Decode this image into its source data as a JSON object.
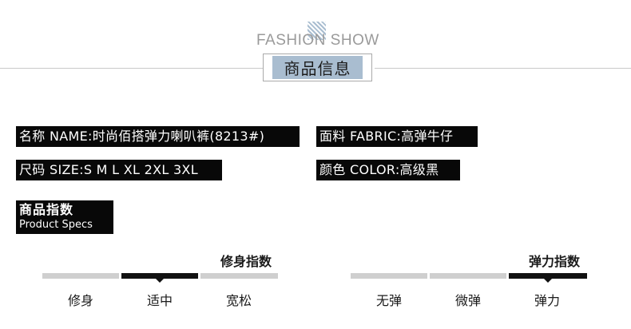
{
  "header": {
    "subtitle": "FASHION SHOW",
    "title": "商品信息"
  },
  "info": {
    "name": "名称 NAME:时尚佰搭弹力喇叭裤(8213#)",
    "fabric": "面料 FABRIC:高弹牛仔",
    "size": "尺码 SIZE:S M L XL 2XL 3XL",
    "color": "颜色 COLOR:高级黑"
  },
  "specs": {
    "title_cn": "商品指数",
    "title_en": "Product Specs",
    "fit": {
      "title": "修身指数",
      "options": [
        "修身",
        "适中",
        "宽松"
      ],
      "selected_index": 1
    },
    "elasticity": {
      "title": "弹力指数",
      "options": [
        "无弹",
        "微弹",
        "弹力"
      ],
      "selected_index": 2
    }
  },
  "colors": {
    "accent": "#a9bdd0",
    "label_bg": "#080808",
    "scale_off": "#cfcfcf",
    "scale_on": "#111111"
  }
}
